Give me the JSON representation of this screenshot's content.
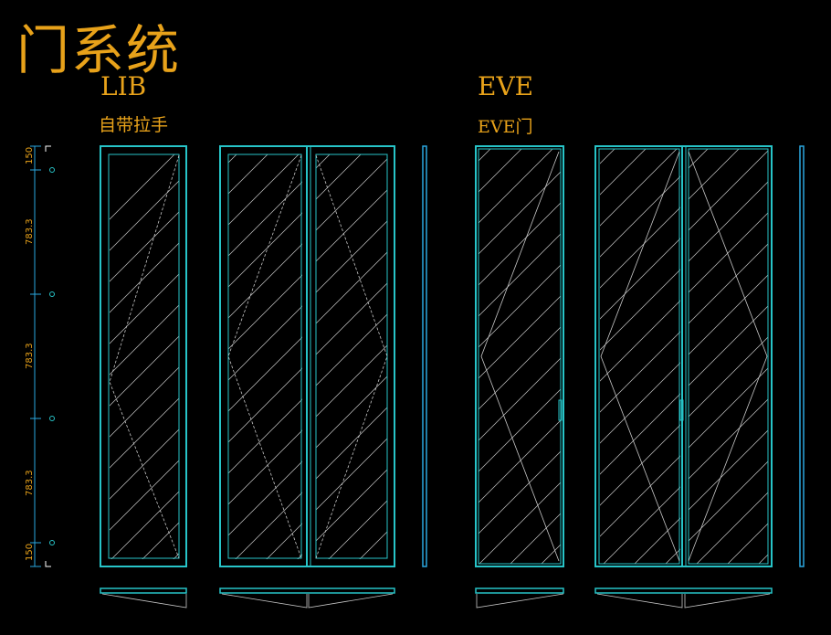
{
  "title": "门系统",
  "groups": [
    {
      "name": "LIB",
      "subtitle": "自带拉手"
    },
    {
      "name": "EVE",
      "subtitle": "EVE门"
    }
  ],
  "dimensions": [
    "150",
    "783.3",
    "783.3",
    "783.3",
    "150"
  ],
  "colors": {
    "outline": "#27c4c8",
    "label": "#e8a21a",
    "hatch": "#c8c8c8",
    "dim_line": "#2aa7e0"
  }
}
